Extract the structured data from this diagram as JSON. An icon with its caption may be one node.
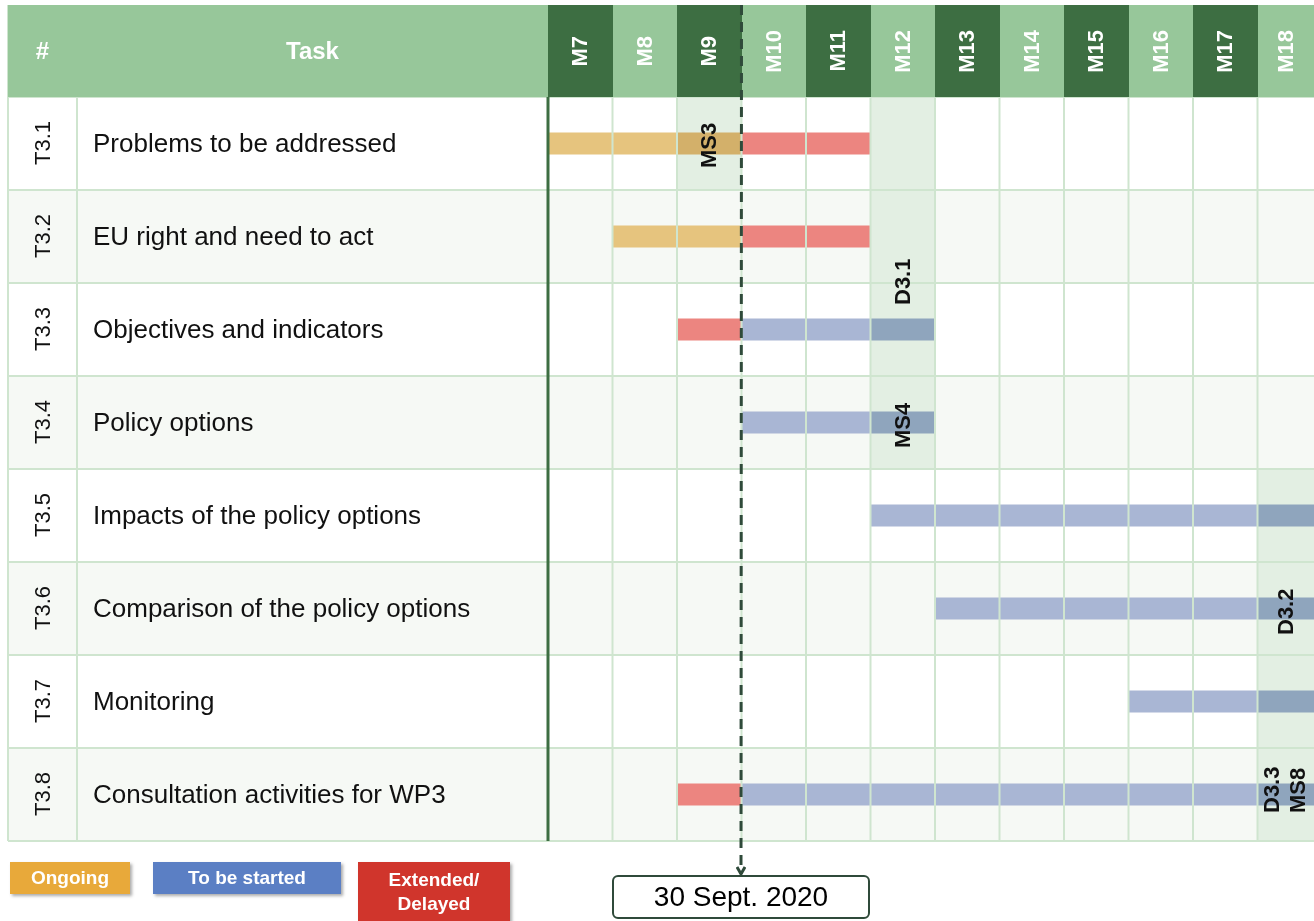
{
  "diagram": {
    "nodes": [
      {
        "text": [
          "M7"
        ]
      },
      {
        "text": [
          "M8"
        ]
      },
      {
        "text": [
          "M9"
        ]
      },
      {
        "text": [
          "M10"
        ]
      },
      {
        "text": [
          "M11"
        ]
      },
      {
        "text": [
          "M12"
        ]
      },
      {
        "text": [
          "M13"
        ]
      },
      {
        "text": [
          "M14"
        ]
      },
      {
        "text": [
          "M15"
        ]
      },
      {
        "text": [
          "M16"
        ]
      },
      {
        "text": [
          "M17"
        ]
      },
      {
        "text": [
          "M18"
        ]
      },
      {
        "text": [
          "30 Sept. 2020"
        ]
      }
    ],
    "edges": [
      {
        "from": 2,
        "to": 12,
        "arrow": "to",
        "style": "dashed"
      }
    ],
    "labels": [
      "#",
      "Task",
      "T3.1",
      "Problems to be addressed",
      "T3.2",
      "EU right and need to act",
      "T3.3",
      "Objectives and indicators",
      "T3.4",
      "Policy options",
      "T3.5",
      "Impacts of the policy options",
      "T3.6",
      "Comparison of the policy options",
      "T3.7",
      "Monitoring",
      "T3.8",
      "Consultation activities for WP3",
      "MS3",
      "D3.1",
      "MS4",
      "D3.2",
      "D3.3",
      "MS8"
    ],
    "legend": [
      {
        "text": "Ongoing",
        "color": "#e8a93a"
      },
      {
        "text": "To be started",
        "color": "#5b7fc4"
      },
      {
        "text": "Extended/ Delayed",
        "color": "#d0352c"
      }
    ]
  }
}
